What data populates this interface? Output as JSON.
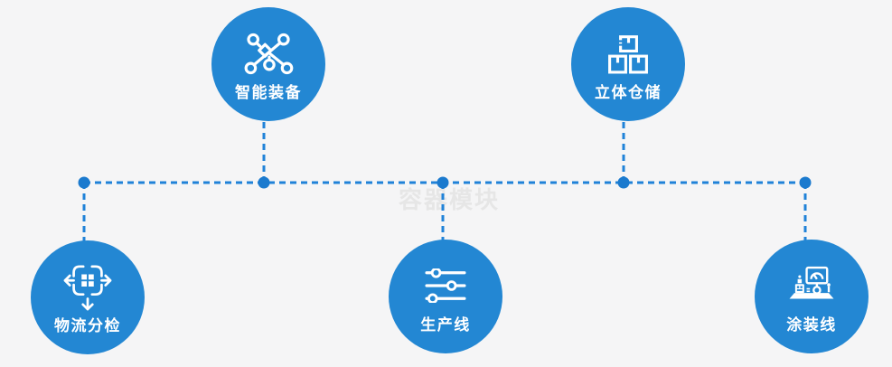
{
  "watermark": "容器模块",
  "colors": {
    "background": "#f5f5f6",
    "node_fill": "#2387d3",
    "connector_line": "#2082d8",
    "connector_dot": "#1b7ace",
    "icon_and_label": "#ffffff",
    "watermark_text": "#e6e6e6"
  },
  "nodes": [
    {
      "id": "smart-equipment",
      "label": "智能装备",
      "icon": "network-nodes-icon",
      "position": "top-left"
    },
    {
      "id": "stereoscopic-warehouse",
      "label": "立体仓储",
      "icon": "stacked-boxes-icon",
      "position": "top-right"
    },
    {
      "id": "logistics-sorting",
      "label": "物流分检",
      "icon": "sorting-arrows-icon",
      "position": "bottom-left"
    },
    {
      "id": "production-line",
      "label": "生产线",
      "icon": "sliders-icon",
      "position": "bottom-center"
    },
    {
      "id": "coating-line",
      "label": "涂装线",
      "icon": "control-station-icon",
      "position": "bottom-right"
    }
  ]
}
